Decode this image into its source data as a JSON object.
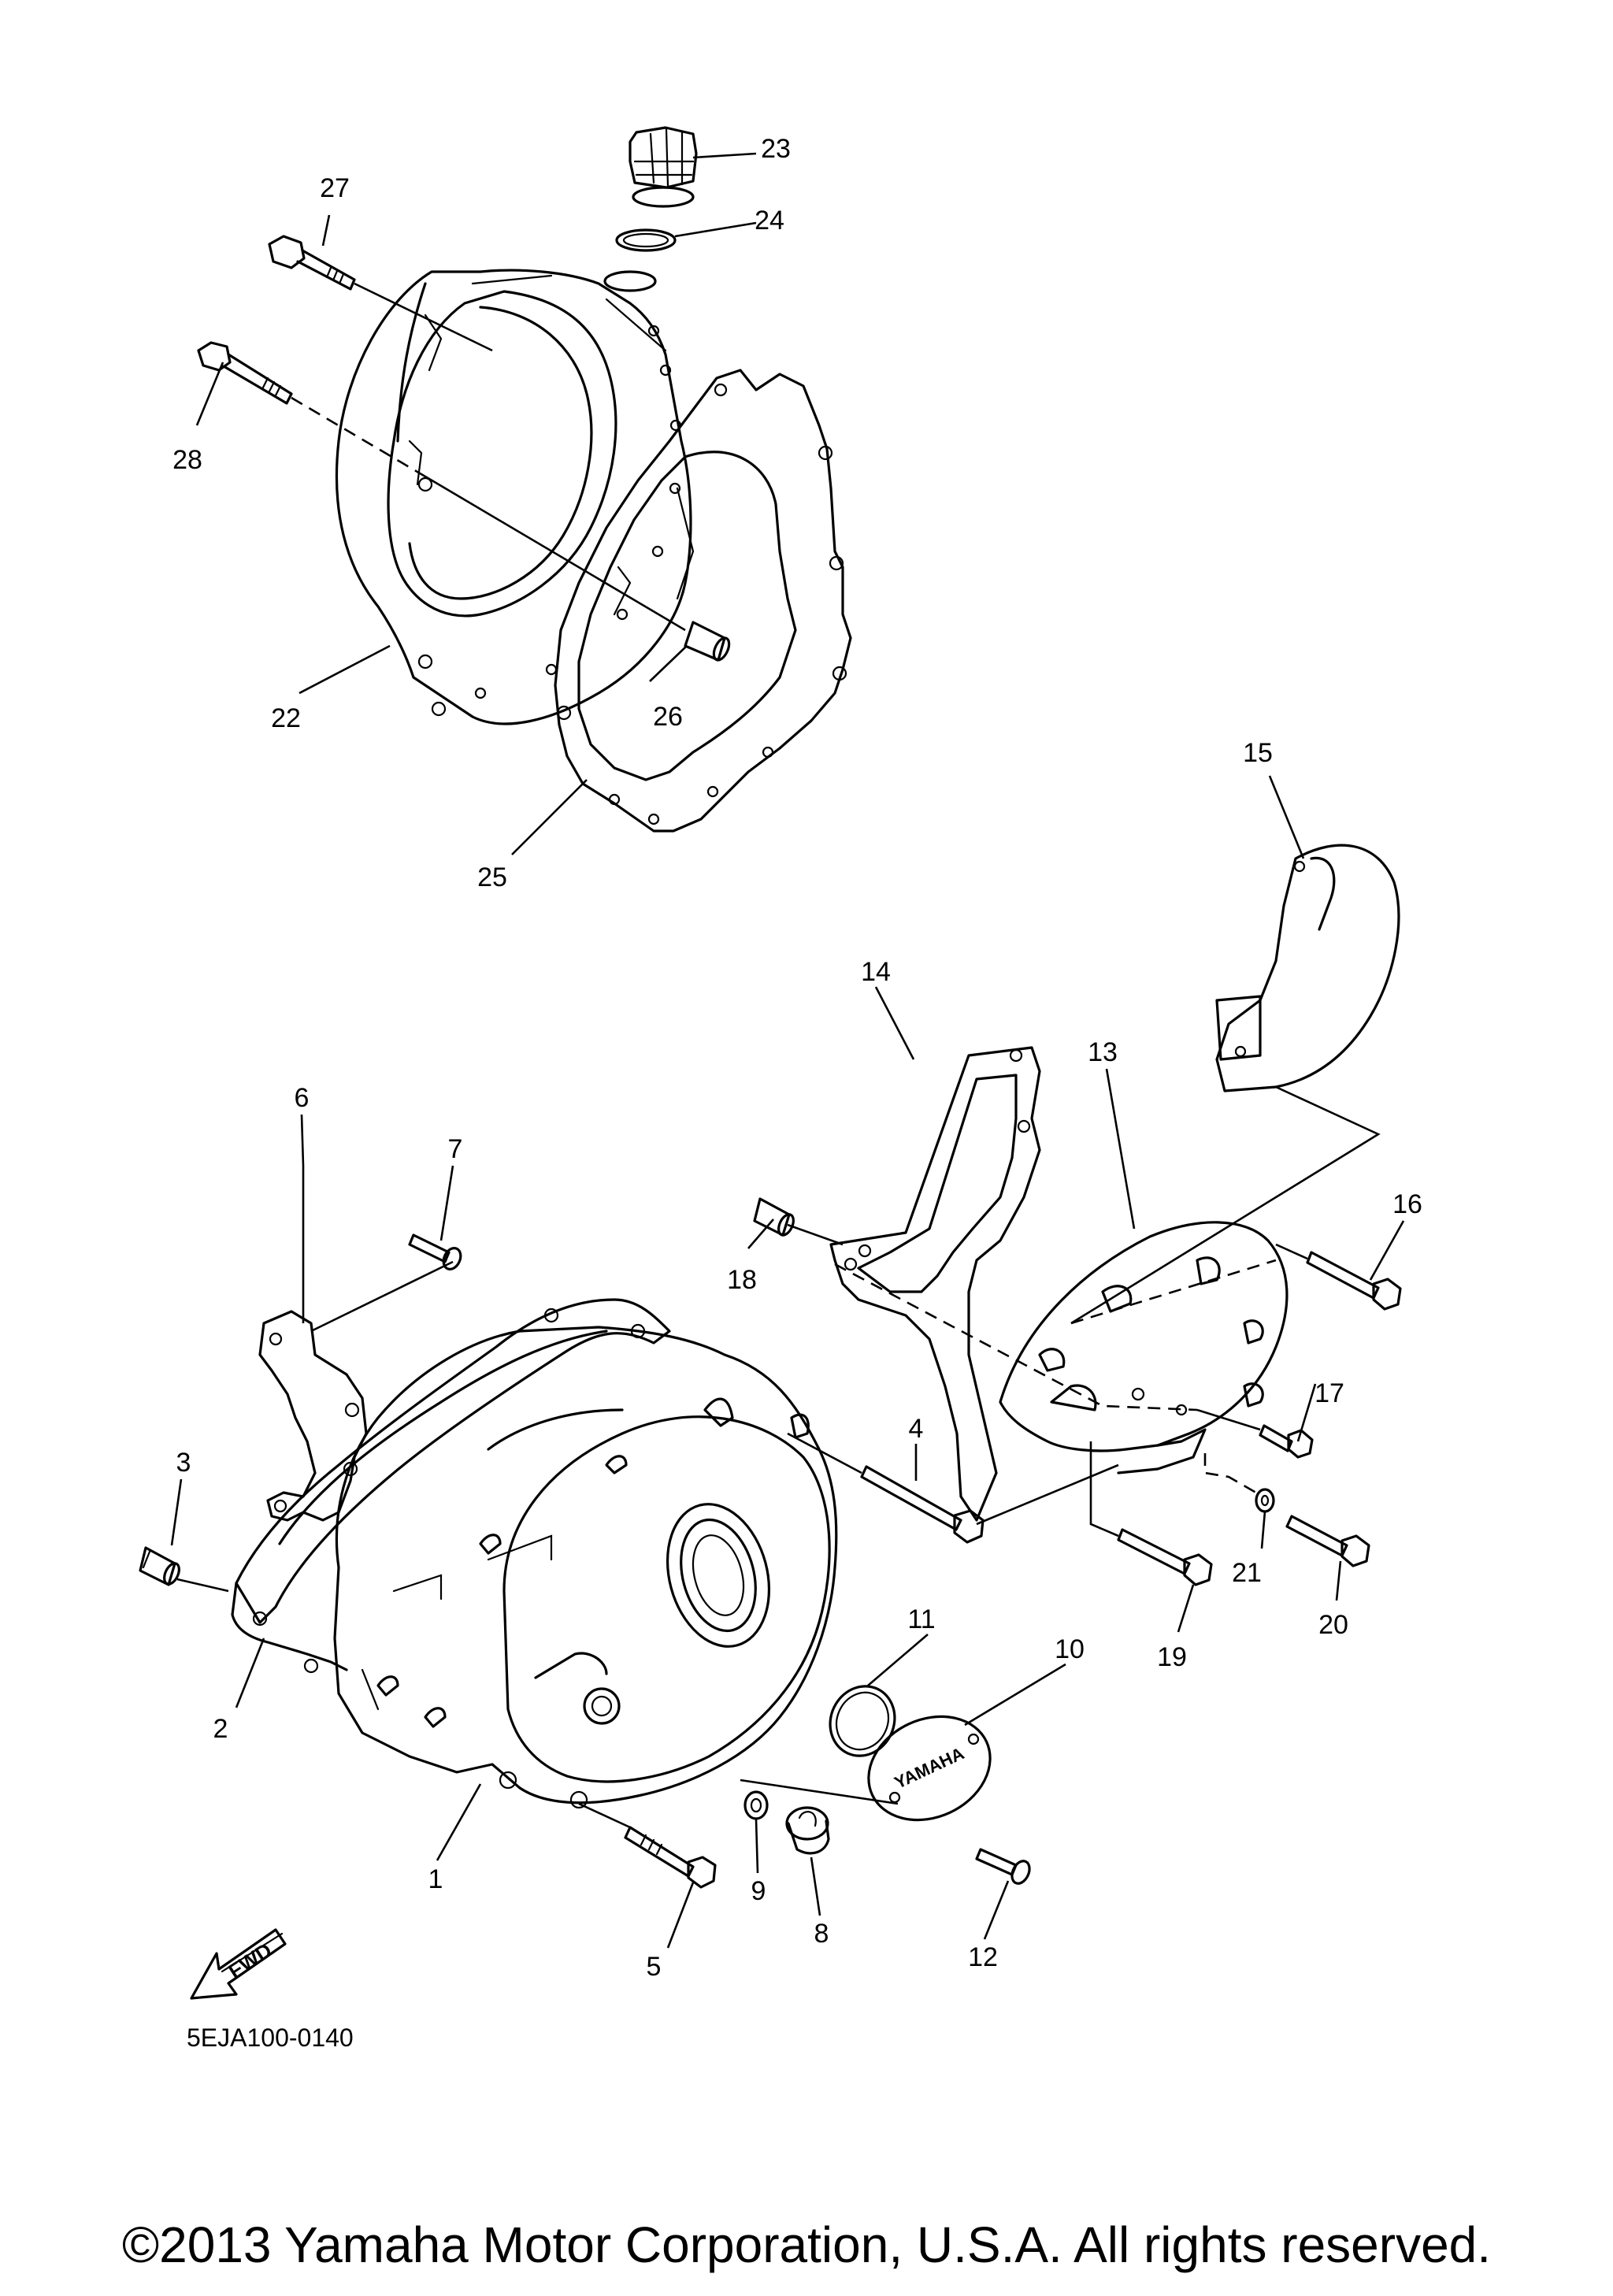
{
  "diagram": {
    "code": "5EJA100-0140",
    "brand_mark": "YAMAHA",
    "forward_arrow": "FWD",
    "callouts": [
      "1",
      "2",
      "3",
      "4",
      "5",
      "6",
      "7",
      "8",
      "9",
      "10",
      "11",
      "12",
      "13",
      "14",
      "15",
      "16",
      "17",
      "18",
      "19",
      "20",
      "21",
      "22",
      "23",
      "24",
      "25",
      "26",
      "27",
      "28"
    ]
  },
  "footer": {
    "copyright": "©2013 Yamaha Motor Corporation, U.S.A. All rights reserved."
  }
}
